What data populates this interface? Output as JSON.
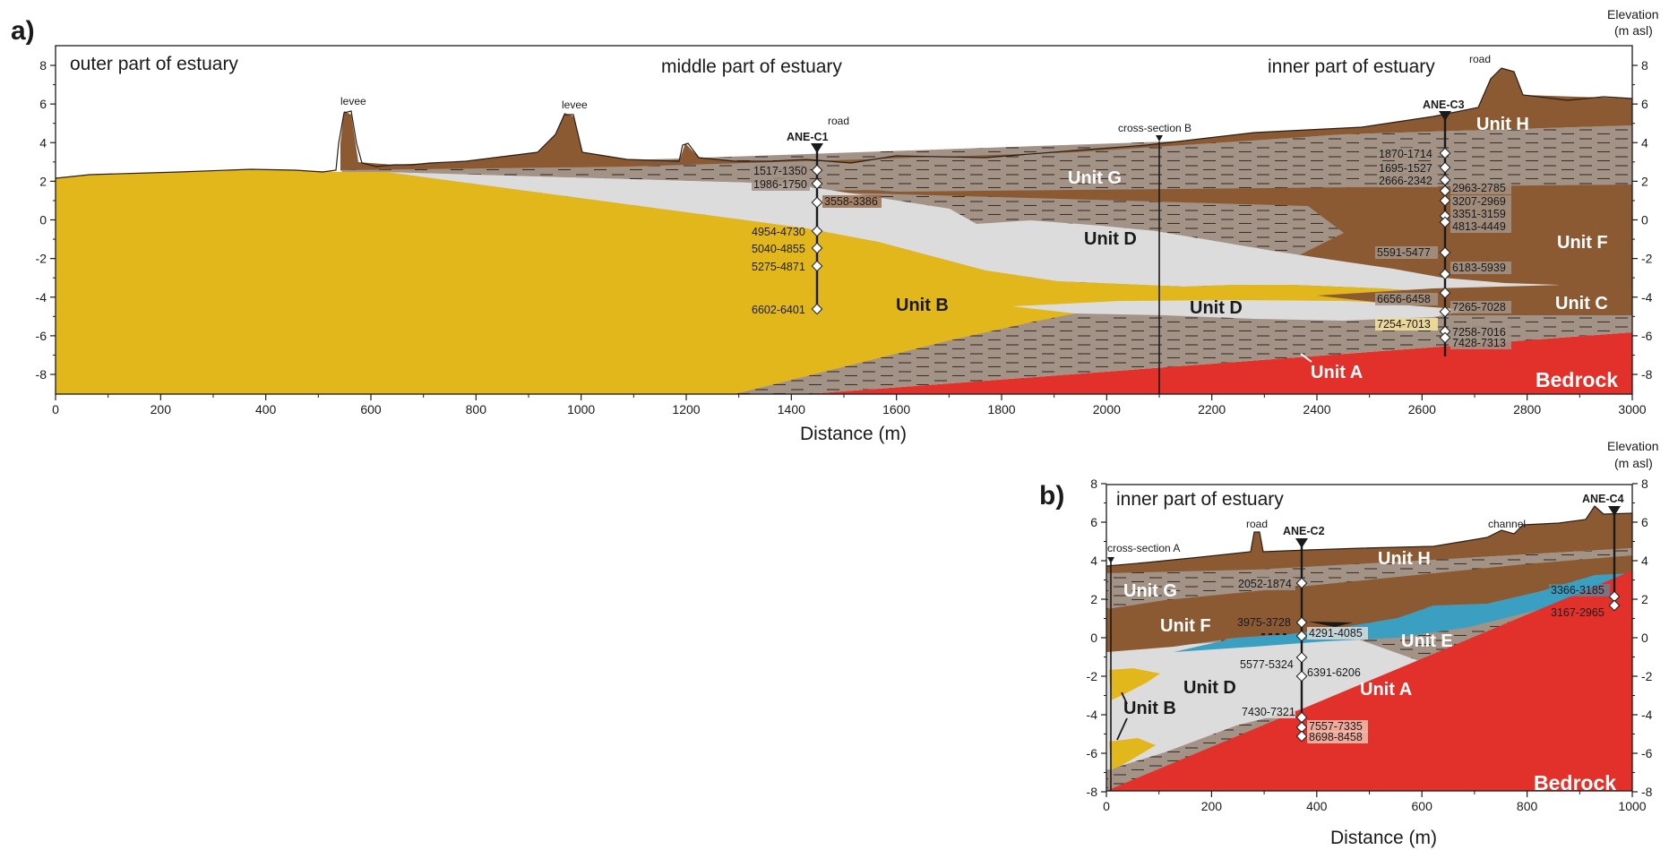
{
  "panels": {
    "a": {
      "label": "a)",
      "zone_titles": [
        "outer part of estuary",
        "middle part of estuary",
        "inner part of estuary"
      ],
      "elevation_label_1": "Elevation",
      "elevation_label_2": "(m asl)",
      "x_axis_label": "Distance (m)",
      "x_ticks": [
        "0",
        "200",
        "400",
        "600",
        "800",
        "1000",
        "1200",
        "1400",
        "1600",
        "1800",
        "2000",
        "2200",
        "2400",
        "2600",
        "2800",
        "3000"
      ],
      "y_ticks": [
        "8",
        "6",
        "4",
        "2",
        "0",
        "-2",
        "-4",
        "-6",
        "-8"
      ],
      "units": [
        "Unit H",
        "Unit G",
        "Unit F",
        "Unit D",
        "Unit D",
        "Unit C",
        "Unit B",
        "Unit A",
        "Bedrock"
      ],
      "features": [
        "levee",
        "levee",
        "road",
        "road",
        "cross-section B"
      ],
      "cores": [
        "ANE-C1",
        "ANE-C3"
      ],
      "ages_c1": [
        "1517-1350",
        "1986-1750",
        "3558-3386",
        "4954-4730",
        "5040-4855",
        "5275-4871",
        "6602-6401"
      ],
      "ages_c3": [
        "1870-1714",
        "1695-1527",
        "2666-2342",
        "2963-2785",
        "3207-2969",
        "3351-3159",
        "4813-4449",
        "5591-5477",
        "6183-5939",
        "6656-6458",
        "7265-7028",
        "7254-7013",
        "7258-7016",
        "7428-7313"
      ]
    },
    "b": {
      "label": "b)",
      "zone_title": "inner part of estuary",
      "elevation_label_1": "Elevation",
      "elevation_label_2": "(m asl)",
      "x_axis_label": "Distance (m)",
      "x_ticks": [
        "0",
        "200",
        "400",
        "600",
        "800",
        "1000"
      ],
      "y_ticks": [
        "8",
        "6",
        "4",
        "2",
        "0",
        "-2",
        "-4",
        "-6",
        "-8"
      ],
      "units": [
        "Unit H",
        "Unit G",
        "Unit F",
        "Unit E",
        "Unit D",
        "Unit B",
        "Unit A",
        "Bedrock"
      ],
      "features": [
        "road",
        "channel",
        "cross-section A"
      ],
      "cores": [
        "ANE-C2",
        "ANE-C4"
      ],
      "ages_c2": [
        "2052-1874",
        "3975-3728",
        "4291-4085",
        "5577-5324",
        "6391-6206",
        "7430-7321",
        "7557-7335",
        "8698-8458"
      ],
      "ages_c4": [
        "3366-3185",
        "3167-2965"
      ]
    }
  },
  "colors": {
    "bedrock": "#e2312a",
    "unit_a_silt": "#a39387",
    "unit_b_sand": "#e2b71b",
    "unit_d_light": "#dcdcdc",
    "unit_brown": "#8b5a33",
    "unit_e_blue": "#3a9fc0",
    "highlight_age": "#f2b8a8"
  }
}
